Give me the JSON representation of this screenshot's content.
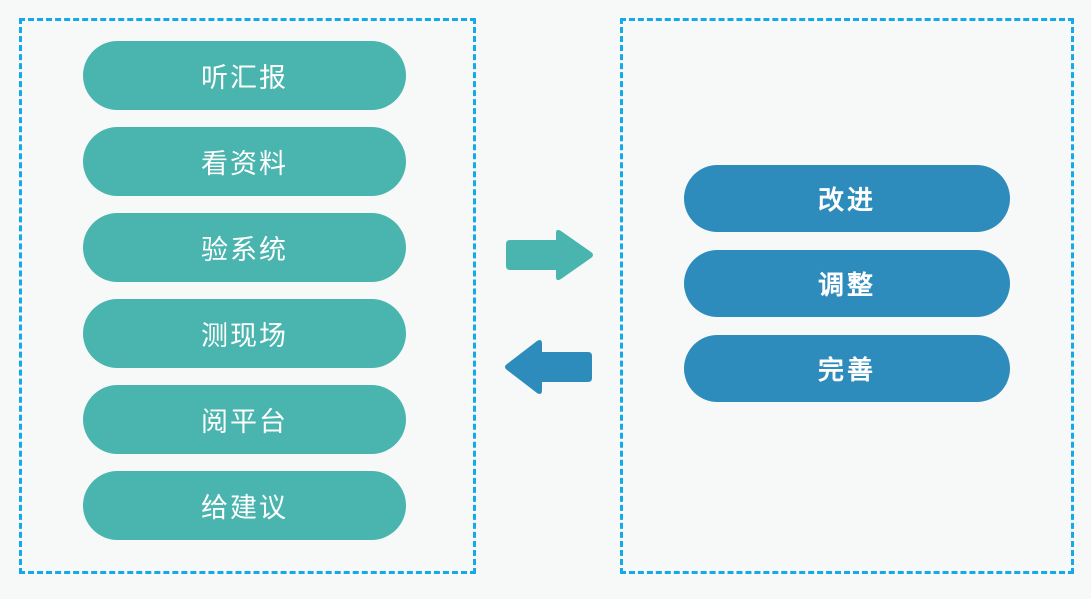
{
  "colors": {
    "background": "#f7f9f9",
    "dashed_border": "#14a9e8",
    "teal_pill": "#4ab5ae",
    "blue_pill": "#2d8cbc",
    "pill_text": "#ffffff"
  },
  "left_group": {
    "name": "inspection-activities",
    "items": [
      {
        "label": "听汇报"
      },
      {
        "label": "看资料"
      },
      {
        "label": "验系统"
      },
      {
        "label": "测现场"
      },
      {
        "label": "阅平台"
      },
      {
        "label": "给建议"
      }
    ]
  },
  "right_group": {
    "name": "improvement-actions",
    "items": [
      {
        "label": "改进"
      },
      {
        "label": "调整"
      },
      {
        "label": "完善"
      }
    ]
  },
  "connectors": [
    {
      "icon": "arrow-right-icon",
      "direction": "right",
      "color": "#4ab5ae"
    },
    {
      "icon": "arrow-left-icon",
      "direction": "left",
      "color": "#2d8cbc"
    }
  ]
}
